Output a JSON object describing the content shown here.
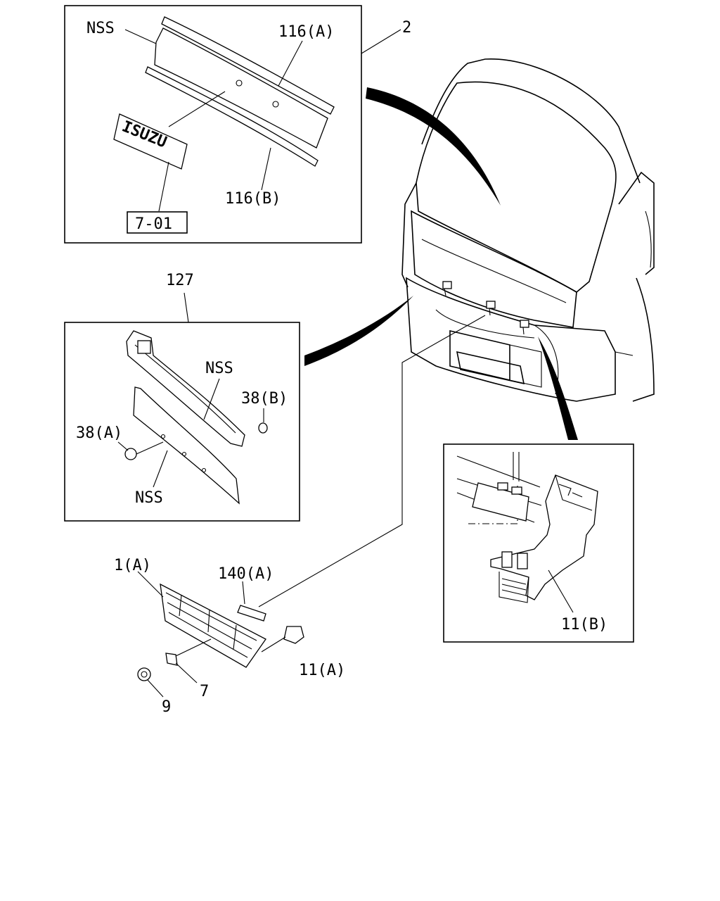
{
  "callouts": {
    "label_2": "2",
    "label_nss_top": "NSS",
    "label_116a": "116(A)",
    "label_116b": "116(B)",
    "label_7_01": "7-01",
    "label_emblem": "ISUZU",
    "label_127": "127",
    "label_nss_upper": "NSS",
    "label_38b": "38(B)",
    "label_38a": "38(A)",
    "label_nss_lower": "NSS",
    "label_1a": "1(A)",
    "label_140a": "140(A)",
    "label_11a": "11(A)",
    "label_7": "7",
    "label_9": "9",
    "label_11b": "11(B)"
  }
}
